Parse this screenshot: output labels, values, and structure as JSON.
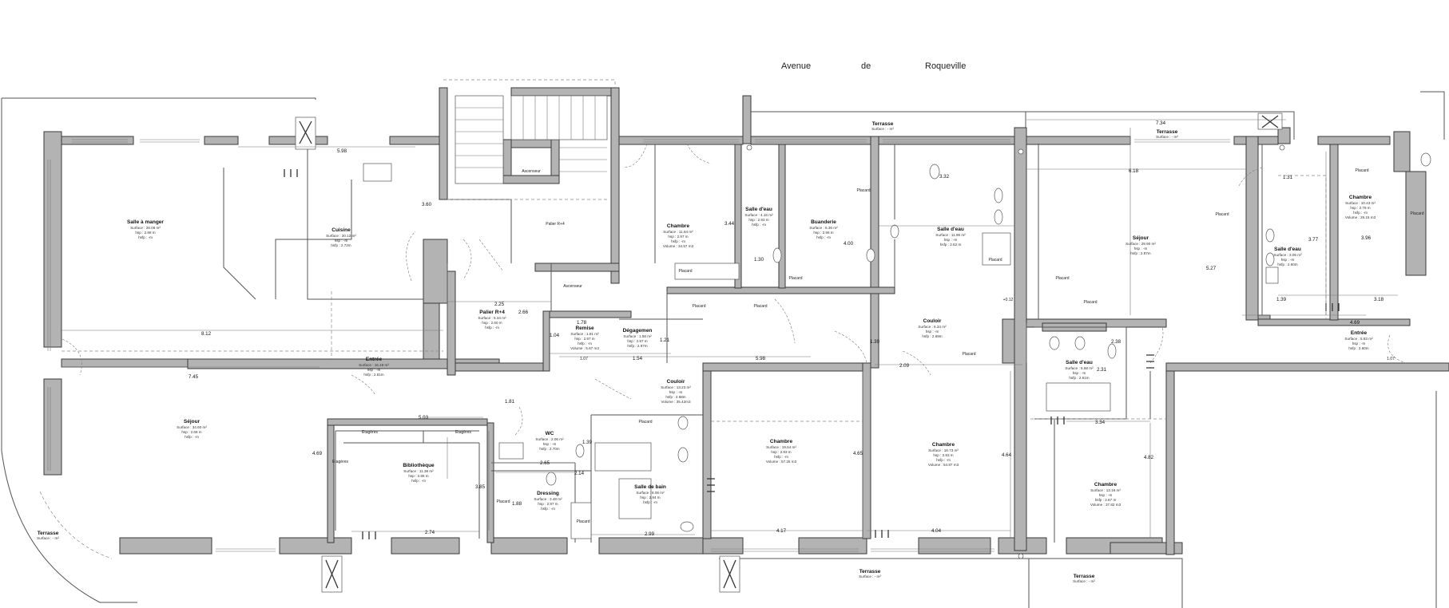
{
  "street": {
    "words": [
      "Avenue",
      "de",
      "Roqueville"
    ]
  },
  "rooms": [
    {
      "name": "Salle à manger",
      "lines": [
        "Surface : 28.06 m²",
        "hsp : 2.88 m",
        "hsfp : -m"
      ]
    },
    {
      "name": "Cuisine",
      "lines": [
        "Surface : 20.12 m²",
        "hsp : -m",
        "hsfp : 2.72m"
      ]
    },
    {
      "name": "Ascenseur",
      "lines": []
    },
    {
      "name": "Palier R+4",
      "lines": []
    },
    {
      "name": "Ascenseur",
      "lines": []
    },
    {
      "name": "Palier R+4",
      "lines": [
        "Surface : 5.34 m²",
        "hsp : 2.60 m",
        "hsfp : -m"
      ]
    },
    {
      "name": "Chambre",
      "lines": [
        "Surface : 11.64 m²",
        "hsp : 2.97 m",
        "hsfp : -m",
        "Volume : 34.57 m3"
      ]
    },
    {
      "name": "Salle d'eau",
      "lines": [
        "Surface : 4.16 m²",
        "hsp : 2.93 m",
        "hsfp : -m"
      ]
    },
    {
      "name": "Buanderie",
      "lines": [
        "Surface : 6.36 m²",
        "hsp : 2.96 m",
        "hsfp : -m"
      ]
    },
    {
      "name": "Salle d'eau",
      "lines": [
        "Surface : 11.96 m²",
        "hsp : -m",
        "hsfp : 2.62 m"
      ]
    },
    {
      "name": "Séjour",
      "lines": [
        "Surface : 29.90 m²",
        "hsp : -m",
        "hsfp : 2.87m"
      ]
    },
    {
      "name": "Chambre",
      "lines": [
        "Surface : 10.43 m²",
        "hsp : 2.78 m",
        "hsfp : -m",
        "Volume : 29.15 m3"
      ]
    },
    {
      "name": "Salle d'eau",
      "lines": [
        "Surface : 3.06 m²",
        "hsp : -m",
        "hsfp : 2.60m"
      ]
    },
    {
      "name": "Entrée",
      "lines": [
        "Surface : 16.49 m²",
        "hsp : -m",
        "hsfp : 2.61m"
      ]
    },
    {
      "name": "Remise",
      "lines": [
        "Surface : 1.91 m²",
        "hsp : 2.97 m",
        "hsfp : -m",
        "Volume : 5.67 m3"
      ]
    },
    {
      "name": "Dégagemen",
      "lines": [
        "Surface : 1.58 m²",
        "hsp : 2.97 m",
        "hsfp : 2.97m"
      ]
    },
    {
      "name": "Couloir",
      "lines": [
        "Surface : 6.34 m²",
        "hsp : -m",
        "hsfp : 2.69m"
      ]
    },
    {
      "name": "Entrée",
      "lines": [
        "Surface : 5.83 m²",
        "hsp : -m",
        "hsfp : 2.60m"
      ]
    },
    {
      "name": "Couloir",
      "lines": [
        "Surface : 13.23 m²",
        "hsp : -m",
        "hsfp : 2.68m",
        "Volume : 35.42m3"
      ]
    },
    {
      "name": "Salle d'eau",
      "lines": [
        "Surface : 5.58 m²",
        "hsp : -m",
        "hsfp : 2.61m"
      ]
    },
    {
      "name": "Séjour",
      "lines": [
        "Surface : 34.60 m²",
        "hsp : 2.68 m",
        "hsfp : -m"
      ]
    },
    {
      "name": "Bibliothèque",
      "lines": [
        "Surface : 11.38 m²",
        "hsp : 2.86 m",
        "hsfp : -m"
      ]
    },
    {
      "name": "WC",
      "lines": [
        "Surface : 2.06 m²",
        "hsp : -m",
        "hsfp : 2.70m"
      ]
    },
    {
      "name": "Dressing",
      "lines": [
        "Surface : 3.48 m²",
        "hsp : 2.97 m",
        "hsfp : -m"
      ]
    },
    {
      "name": "Salle de bain",
      "lines": [
        "Surface : 8.06 m²",
        "hsp : 2.94 m",
        "hsfp : -m"
      ]
    },
    {
      "name": "Chambre",
      "lines": [
        "Surface : 19.54 m²",
        "hsp : 2.93 m",
        "hsfp : -m",
        "Volume : 57.25 m3"
      ]
    },
    {
      "name": "Chambre",
      "lines": [
        "Surface : 18.73 m²",
        "hsp : 2.93 m",
        "hsfp : -m",
        "Volume : 54.87 m3"
      ]
    },
    {
      "name": "Chambre",
      "lines": [
        "Surface : 13.16 m²",
        "hsp : -m",
        "hsfp : 2.87 m",
        "Volume : 37.82 m3"
      ]
    },
    {
      "name": "Terrasse",
      "lines": [
        "Surface : - m²"
      ]
    },
    {
      "name": "Terrasse",
      "lines": [
        "Surface : - m²"
      ]
    },
    {
      "name": "Terrasse",
      "lines": [
        "Surface : - m²"
      ]
    },
    {
      "name": "Terrasse",
      "lines": [
        "Surface : - m²"
      ]
    },
    {
      "name": "Terrasse",
      "lines": [
        "Surface : - m²"
      ]
    }
  ],
  "dimensions": [
    "5.98",
    "3.60",
    "8.12",
    "7.45",
    "2.25",
    "2.66",
    "1.78",
    "1.04",
    "1.54",
    "1.21",
    "5.98",
    "3.44",
    "1.30",
    "4.00",
    "3.32",
    "7.34",
    "6.18",
    "1.31",
    "3.77",
    "3.96",
    "1.39",
    "3.18",
    "4.69",
    "5.27",
    "1.39",
    "2.09",
    "2.38",
    "2.31",
    "3.34",
    "5.03",
    "4.69",
    "2.65",
    "2.14",
    "1.88",
    "3.85",
    "2.74",
    "1.39",
    "2.99",
    "4.17",
    "4.04",
    "4.65",
    "4.64",
    "4.82",
    "1.81"
  ],
  "labels": [
    "Placard",
    "Placard",
    "Placard",
    "Placard",
    "Placard",
    "Placard",
    "Placard",
    "Placard",
    "Placard",
    "Placard",
    "Placard",
    "Etagères",
    "Etagères",
    "Etagères",
    "Placard",
    "Placard",
    "Placard",
    "Placard"
  ],
  "level": "+0.12",
  "small_marks": [
    "1.07",
    "1.07"
  ]
}
